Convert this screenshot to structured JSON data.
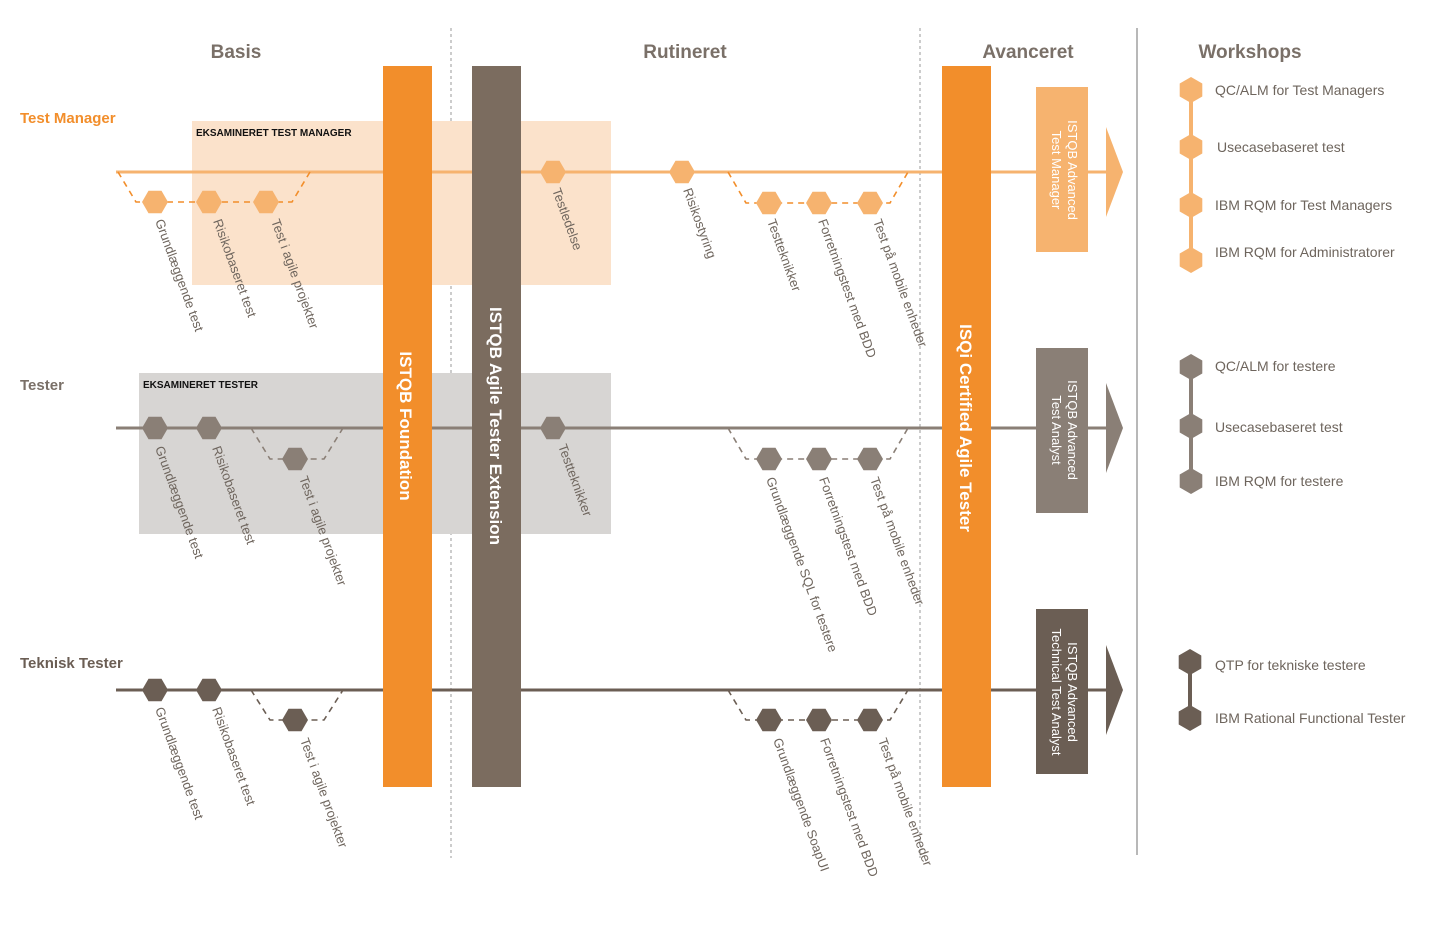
{
  "colors": {
    "orange": "#f28e2b",
    "light_orange": "#f6b36f",
    "orange_box": "#fbe2cb",
    "grey_box": "#d7d5d3",
    "brown": "#7b6c5f",
    "mid_grey": "#8a7f76",
    "dark_brown": "#6b5e54",
    "text": "#6e655d"
  },
  "columns": {
    "basis": "Basis",
    "rutineret": "Rutineret",
    "avanceret": "Avanceret",
    "workshops": "Workshops"
  },
  "rows": {
    "test_manager": "Test Manager",
    "tester": "Tester",
    "teknisk_tester": "Teknisk Tester"
  },
  "boxes": {
    "eksamineret_test_manager": "EKSAMINERET TEST MANAGER",
    "eksamineret_tester": "EKSAMINERET TESTER"
  },
  "bars": {
    "istqb_foundation": "ISTQB Foundation",
    "istqb_agile": "ISTQB Agile Tester Extension",
    "isqi_agile": "ISQi Certified Agile Tester"
  },
  "certs": {
    "test_manager": [
      "ISTQB Advanced",
      "Test Manager"
    ],
    "test_analyst": [
      "ISTQB Advanced",
      "Test Analyst"
    ],
    "technical": [
      "ISTQB Advanced",
      "Technical Test Analyst"
    ]
  },
  "courses": {
    "tm": [
      "Grundlæggende test",
      "Risikobaseret test",
      "Test i agile projekter",
      "Testledelse",
      "Risikostyring",
      "Testteknikker",
      "Forretningstest med BDD",
      "Test på mobile enheder"
    ],
    "tester": [
      "Grundlæggende test",
      "Risikobaseret test",
      "Test i agile projekter",
      "Testteknikker",
      "Grundlæggende SQL for testere",
      "Forretningstest med BDD",
      "Test på mobile enheder"
    ],
    "tech": [
      "Grundlæggende test",
      "Risikobaseret test",
      "Test i agile projekter",
      "Grundlæggende SoapUI",
      "Forretningstest med BDD",
      "Test på mobile enheder"
    ]
  },
  "workshops": {
    "tm": [
      "QC/ALM for Test Managers",
      "Usecasebaseret test",
      "IBM RQM for Test Managers",
      "IBM RQM for Administratorer"
    ],
    "tester": [
      "QC/ALM for testere",
      "Usecasebaseret test",
      "IBM RQM for testere"
    ],
    "tech": [
      "QTP for tekniske testere",
      "IBM Rational Functional Tester"
    ]
  }
}
